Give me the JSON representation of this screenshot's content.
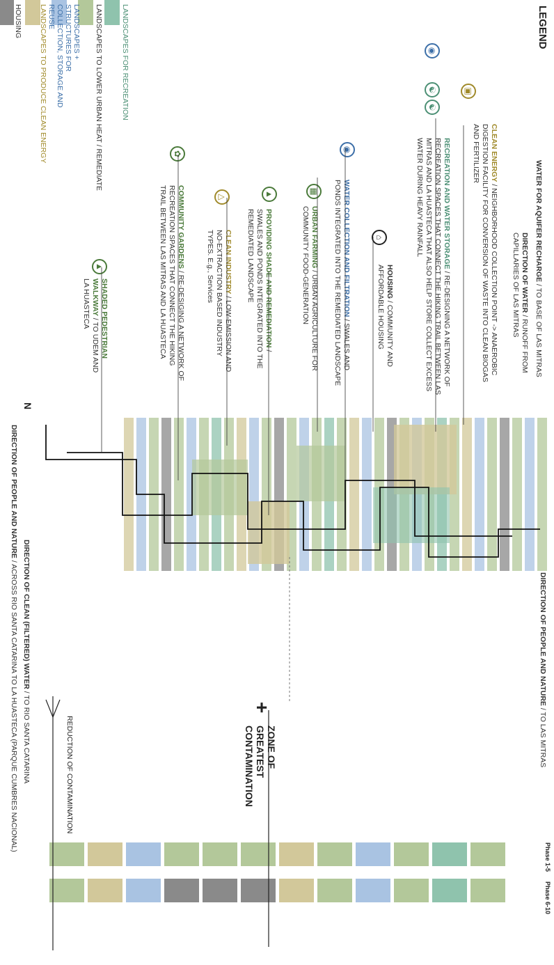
{
  "legend": {
    "title": "LEGEND",
    "items": [
      {
        "label": "LANDSCAPES FOR RECREATION",
        "color": "#8fc3ad"
      },
      {
        "label": "LANDSCAPES TO LOWER URBAN HEAT / REMEDIATE",
        "color": "#b3c89a"
      },
      {
        "label": "LANDSCAPES + STRUCTURES FOR COLLECTION, STORAGE AND REUSE",
        "color": "#a9c3e2"
      },
      {
        "label": "LANDSCAPES TO PRODUCE CLEAN ENERGY",
        "color": "#d2c89a"
      },
      {
        "label": "HOUSING",
        "color": "#8a8a8a"
      }
    ]
  },
  "top_labels": {
    "aquifer_title": "WATER FOR AQUIFER RECHARGE",
    "aquifer_text": "TO BASE OF LAS MITRAS",
    "water_dir_title": "DIRECTION OF WATER",
    "water_dir_text": "RUNOFF FROM CAPILLARIES OF LAS MITRAS",
    "people_top_title": "DIRECTION OF PEOPLE AND NATURE",
    "people_top_text": "TO LAS MITRAS"
  },
  "callouts": {
    "clean_energy_title": "CLEAN ENERGY",
    "clean_energy_text": "NEIGHBORHOOD COLLECTION POINT -> ANAEROBIC DIGESTION FACILITY FOR CONVERSION OF WASTE INTO CLEAN BIOGAS AND FERTILIZER",
    "recreation_title": "RECREATION AND WATER STORAGE",
    "recreation_text": "RE-DESIGNING A NETWORK OF RECREATION SPACES THAT CONNECT THE HIKING TRAIL BETWEEN LAS MITRAS AND LA HUASTECA THAT ALSO HELP STORE COLLECT EXCESS WATER DURING HEAVY RAINFALL",
    "housing_title": "HOUSING",
    "housing_text": "COMMUNITY AND AFFORDABLE HOUSING",
    "water_collection_title": "WATER COLLECTION AND FILTRATION",
    "water_collection_text": "SWALES AND PONDS INTEGRATED INTO THE REMEDIATED LANDSCAPE",
    "urban_farming_title": "URBAN FARMING",
    "urban_farming_text": "URBAN AGRICULTURE FOR COMMUNITY FOOD-GENERATION",
    "shade_title": "PROVIDING SHADE AND REMEDIATION",
    "shade_text": "SWALES AND PONDS INTEGRATED INTO THE REMEDIATED LANDSCAPE",
    "clean_industry_title": "CLEAN INDUSTRY",
    "clean_industry_text": "LOW-EMISSION AND NO-EXTRACTION BASED INDUSTRY TYPES. E.g., Services",
    "gardens_title": "COMMUNITY GARDENS",
    "gardens_text": "RE-DESIGING A NETWORK OF RECREATION SPACES THAT CONNECT THE HIKING TRAIL BETWEEN LAS MITRAS AND LA HUASTECA",
    "walkway_title": "SHADED PEDESTRIAN WALKWAY",
    "walkway_text": "TO UDEM AND LA HUASTECA"
  },
  "bottom_labels": {
    "north": "N",
    "people_bottom_title": "DIRECTION OF PEOPLE AND NATURE",
    "people_bottom_text": "ACROSS RIO SANTA CATARINA TO LA HUASTECA (PARQUE CUMBRES NACIONAL)",
    "clean_water_title": "DIRECTION OF CLEAN (FILTERED) WATER",
    "clean_water_text": "TO RIO SANTA CATARINA"
  },
  "contamination": {
    "reduction": "REDUCTION OF CONTAMINATION",
    "zone": "ZONE OF GREATEST CONTAMINATION"
  },
  "phases": [
    "Phase 1-5",
    "Phase 6-10"
  ],
  "icons": {
    "energy": "building-icon",
    "recreation": "people-icon",
    "housing": "house-icon",
    "water": "water-drop-icon",
    "farming": "farm-icon",
    "shade": "tree-icon",
    "industry": "factory-icon",
    "garden": "leaf-icon",
    "walkway": "tree-icon"
  },
  "colors": {
    "recreation": "#8fc3ad",
    "heat": "#b3c89a",
    "water": "#a9c3e2",
    "energy": "#d2c89a",
    "housing": "#8a8a8a",
    "title_green": "#4a7a3a",
    "title_blue": "#3c6fa8",
    "title_gold": "#a08a2a"
  }
}
